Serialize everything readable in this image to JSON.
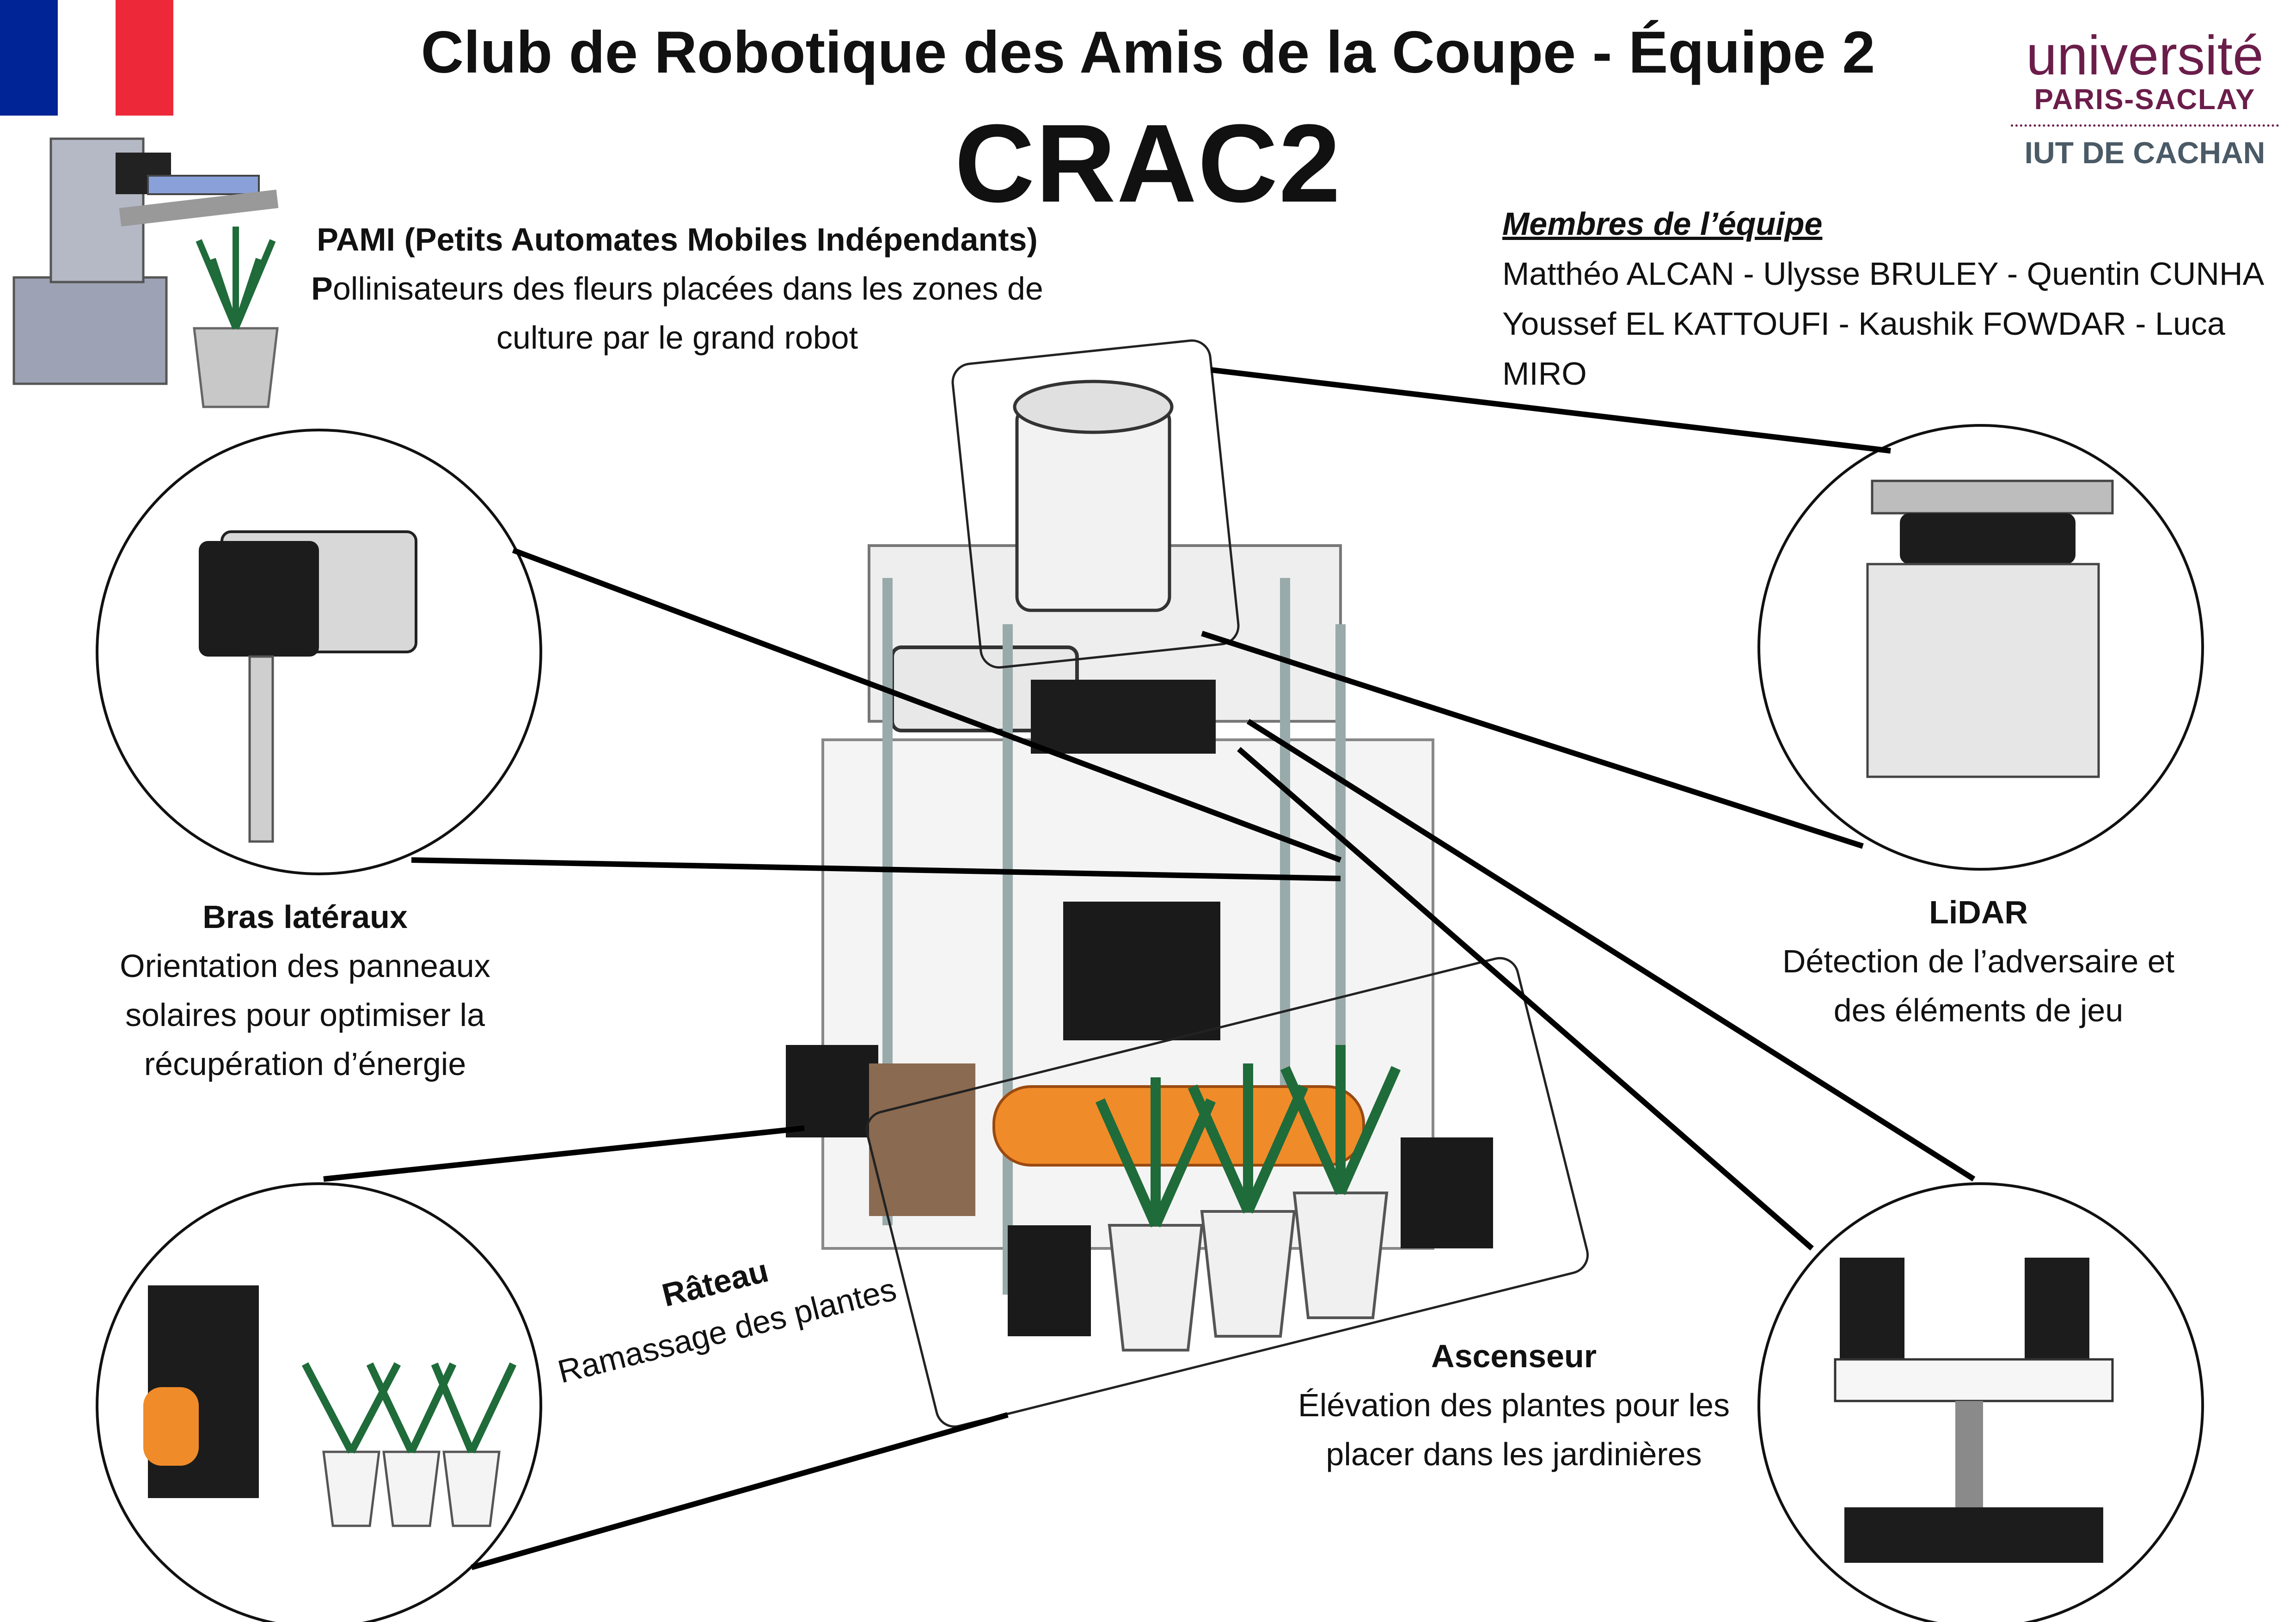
{
  "header": {
    "title": "Club de Robotique des Amis de la Coupe - Équipe 2",
    "team_name": "CRAC2"
  },
  "flag": {
    "colors": [
      "#002395",
      "#ffffff",
      "#ED2939"
    ]
  },
  "logo": {
    "line1": "université",
    "line2": "PARIS-SACLAY",
    "line3": "IUT DE CACHAN",
    "brand_color": "#6b1d4a",
    "sub_color": "#4a5a66"
  },
  "members": {
    "heading": "Membres de l’équipe",
    "line1": "Matthéo ALCAN - Ulysse BRULEY - Quentin CUNHA",
    "line2": "Youssef EL KATTOUFI - Kaushik FOWDAR - Luca MIRO"
  },
  "callouts": {
    "pami": {
      "title": "PAMI (Petits Automates Mobiles Indépendants)",
      "first_letter": "P",
      "line1_rest": "ollinisateurs des fleurs placées dans les zones de",
      "line2": "culture par le grand robot"
    },
    "bras": {
      "title": "Bras latéraux",
      "line1": "Orientation des panneaux",
      "line2": "solaires pour optimiser la",
      "line3": "récupération d’énergie"
    },
    "lidar": {
      "title": "LiDAR",
      "line1": "Détection de l’adversaire et",
      "line2": "des éléments de jeu"
    },
    "rateau": {
      "title": "Râteau",
      "line1": "Ramassage des plantes"
    },
    "ascenseur": {
      "title": "Ascenseur",
      "line1": "Élévation des plantes pour les",
      "line2": "placer dans les jardinières"
    }
  },
  "icons": [
    "robot-render",
    "pami-render",
    "lidar-detail",
    "arm-detail",
    "rake-detail",
    "elevator-detail",
    "plant-icon"
  ]
}
